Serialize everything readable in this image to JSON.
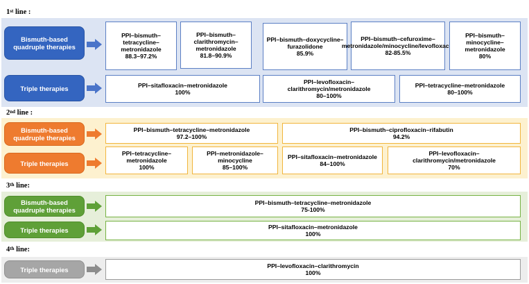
{
  "colors": {
    "line1": "#3465c0",
    "line2": "#ee7b2f",
    "line3": "#5fa038",
    "line4": "#a6a6a6",
    "band1": "#dce4f3",
    "band2": "#fdf1cf",
    "band3": "#e6efda",
    "band4": "#ededed"
  },
  "lines": [
    {
      "num": "1",
      "sup": "st",
      "suffix": " line :",
      "bismuth_label": "Bismuth-based quadruple therapies",
      "triple_label": "Triple therapies",
      "bismuth": [
        {
          "name": "PPI–bismuth–tetracycline–metronidazole",
          "rate": "88.3–97.2%"
        },
        {
          "name": "PPI–bismuth–clarithromycin–metronidazole",
          "rate": "81.8–90.9%"
        },
        {
          "name": "PPI–bismuth–doxycycline–furazolidone",
          "rate": "85.9%"
        },
        {
          "name": "PPI–bismuth–cefuroxime–metronidazole/minocycline/levofloxacin",
          "rate": "82-85.5%"
        },
        {
          "name": "PPI–bismuth–minocycline–metronidazole",
          "rate": "80%"
        }
      ],
      "triple": [
        {
          "name": "PPI–sitafloxacin–metronidazole",
          "rate": "100%"
        },
        {
          "name": "PPI–levofloxacin–clarithromycin/metronidazole",
          "rate": "80–100%"
        },
        {
          "name": "PPI–tetracycline–metronidazole",
          "rate": "80–100%"
        }
      ]
    },
    {
      "num": "2",
      "sup": "nd",
      "suffix": " line :",
      "bismuth_label": "Bismuth-based quadruple therapies",
      "triple_label": "Triple therapies",
      "bismuth": [
        {
          "name": "PPI–bismuth–tetracycline–metronidazole",
          "rate": "97.2–100%"
        },
        {
          "name": "PPI–bismuth–ciprofloxacin–rifabutin",
          "rate": "94.2%"
        }
      ],
      "triple": [
        {
          "name": "PPI–tetracycline–metronidazole",
          "rate": "100%"
        },
        {
          "name": "PPI–metronidazole–minocycline",
          "rate": "85–100%"
        },
        {
          "name": "PPI–sitafloxacin–metronidazole",
          "rate": "84–100%"
        },
        {
          "name": "PPI–levofloxacin–clarithromycin/metronidazole",
          "rate": "70%"
        }
      ]
    },
    {
      "num": "3",
      "sup": "th",
      "suffix": " line:",
      "bismuth_label": "Bismuth-based quadruple therapies",
      "triple_label": "Triple therapies",
      "bismuth": [
        {
          "name": "PPI–bismuth–tetracycline–metronidazole",
          "rate": "75-100%"
        }
      ],
      "triple": [
        {
          "name": "PPI–sitafloxacin–metronidazole",
          "rate": "100%"
        }
      ]
    },
    {
      "num": "4",
      "sup": "th",
      "suffix": " line:",
      "triple_label": "Triple therapies",
      "triple": [
        {
          "name": "PPI–levofloxacin–clarithromycin",
          "rate": "100%"
        }
      ]
    }
  ]
}
